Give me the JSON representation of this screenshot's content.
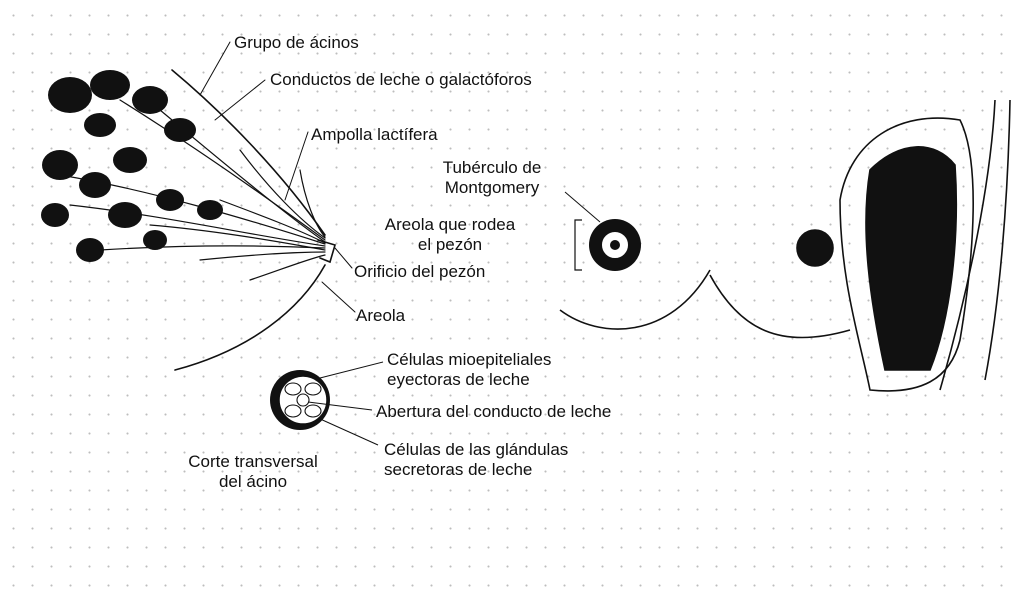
{
  "labels": {
    "grupo_acinos": "Grupo de ácinos",
    "conductos": "Conductos de leche o galactóforos",
    "ampolla": "Ampolla lactífera",
    "tuberculo_1": "Tubérculo de",
    "tuberculo_2": "Montgomery",
    "areola_pezon_1": "Areola que rodea",
    "areola_pezon_2": "el pezón",
    "orificio": "Orificio del pezón",
    "areola": "Areola",
    "mioepiteliales_1": "Células mioepiteliales",
    "mioepiteliales_2": "eyectoras de leche",
    "abertura": "Abertura del conducto de leche",
    "secretoras_1": "Células de las glándulas",
    "secretoras_2": "secretoras de leche",
    "corte_1": "Corte transversal",
    "corte_2": "del ácino"
  },
  "colors": {
    "ink": "#111111",
    "background": "#ffffff",
    "dot_grid": "#bdbdbd"
  }
}
